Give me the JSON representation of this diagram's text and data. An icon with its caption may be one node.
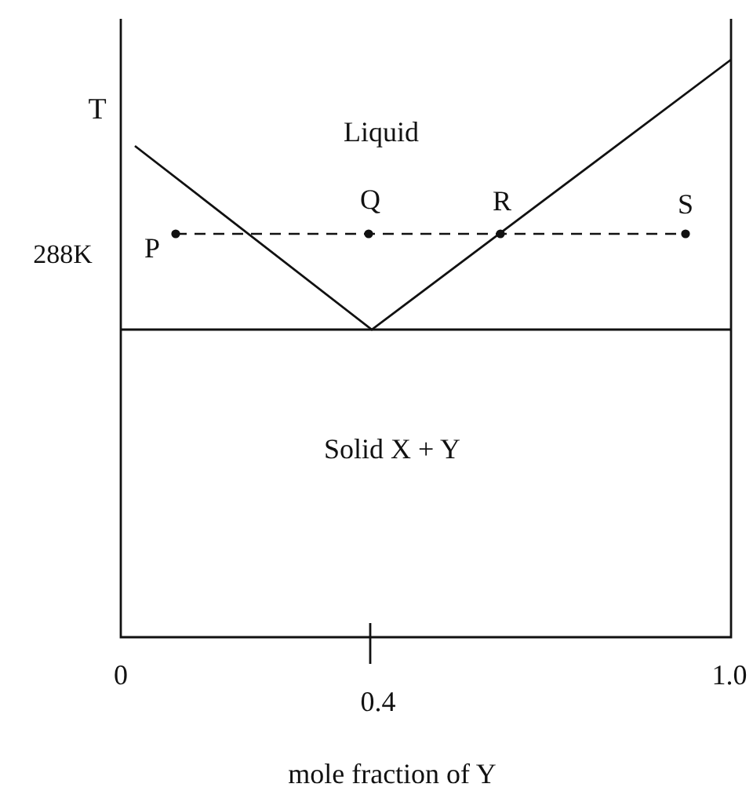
{
  "diagram": {
    "labels": [
      "T",
      "Liquid",
      "Q",
      "R",
      "S",
      "288K",
      "P",
      "Solid X + Y",
      "0",
      "1.0",
      "0.4",
      "mole fraction of Y"
    ]
  }
}
